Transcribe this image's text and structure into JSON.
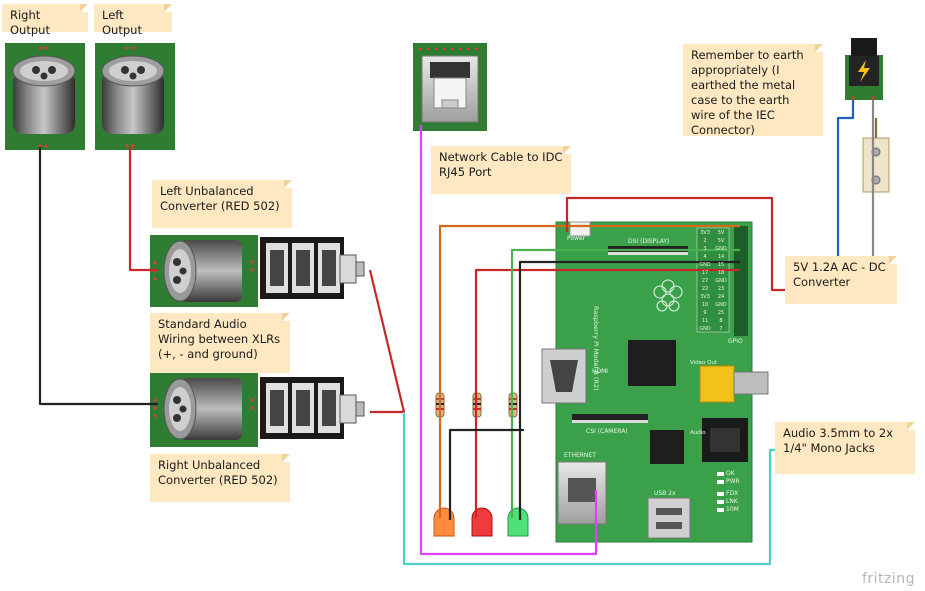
{
  "notes": {
    "right_output": "Right Output",
    "left_output": "Left Output",
    "left_converter": "Left Unbalanced Converter (RED 502)",
    "standard_wiring": "Standard Audio Wiring between XLRs (+, - and ground)",
    "right_converter": "Right Unbalanced Converter (RED 502)",
    "network_cable": "Network Cable to IDC RJ45 Port",
    "earth": "Remember to earth appropriately (I earthed the metal case to the earth wire of the IEC Connector)",
    "psu": "5V 1.2A AC - DC Converter",
    "audio_jacks": "Audio 3.5mm to 2x 1/4\" Mono Jacks"
  },
  "board": {
    "model": "Raspberry Pi Model B (R2)",
    "power": "Power",
    "dsi": "DSI (DISPLAY)",
    "csi": "CSI (CAMERA)",
    "hdmi": "HDMI",
    "video_out": "Video Out",
    "audio": "Audio",
    "ethernet": "ETHERNET",
    "usb": "USB 2x",
    "gpio": "GPIO",
    "leds": [
      "OK",
      "PWR",
      "FDX",
      "LNK",
      "10M"
    ],
    "pins": [
      "3V3",
      "5V",
      "2",
      "5V",
      "3",
      "GND",
      "4",
      "14",
      "GND",
      "15",
      "17",
      "18",
      "27",
      "GND",
      "22",
      "23",
      "3V3",
      "24",
      "10",
      "GND",
      "9",
      "25",
      "11",
      "8",
      "GND",
      "7"
    ]
  },
  "brand": "fritzing",
  "colors": {
    "note_bg": "#fee8c2",
    "pcb_green": "#2e7d32",
    "wire_red": "#c62828",
    "wire_black": "#222222",
    "wire_orange": "#d2691e",
    "wire_green": "#4caf50",
    "wire_magenta": "#e040fb",
    "wire_cyan": "#4dd0c8",
    "wire_blue": "#1e5fbf"
  }
}
